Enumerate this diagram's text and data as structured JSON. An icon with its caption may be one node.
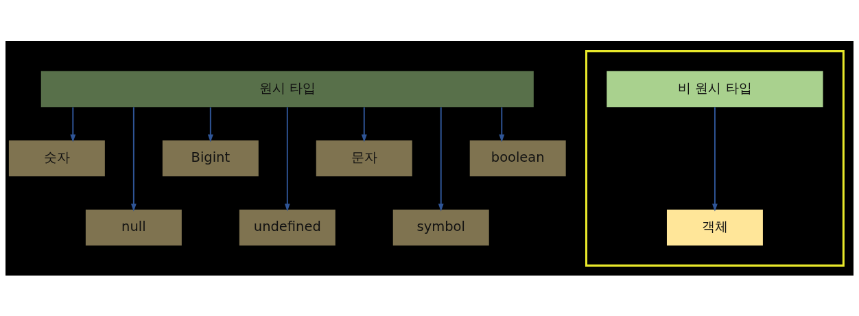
{
  "diagram": {
    "nodes": [
      {
        "text": [
          "원시 타입"
        ]
      },
      {
        "text": [
          "숫자"
        ]
      },
      {
        "text": [
          "Bigint"
        ]
      },
      {
        "text": [
          "문자"
        ]
      },
      {
        "text": [
          "boolean"
        ]
      },
      {
        "text": [
          "null"
        ]
      },
      {
        "text": [
          "undefined"
        ]
      },
      {
        "text": [
          "symbol"
        ]
      },
      {
        "text": [],
        "shape": "box"
      },
      {
        "text": [
          "비 원시 타입"
        ],
        "in": 8
      },
      {
        "text": [
          "객체"
        ],
        "in": 8
      }
    ],
    "edges": [
      {
        "from": 0,
        "to": 1,
        "arrow": "to"
      },
      {
        "from": 0,
        "to": 5,
        "arrow": "to"
      },
      {
        "from": 0,
        "to": 2,
        "arrow": "to"
      },
      {
        "from": 0,
        "to": 6,
        "arrow": "to"
      },
      {
        "from": 0,
        "to": 3,
        "arrow": "to"
      },
      {
        "from": 0,
        "to": 7,
        "arrow": "to"
      },
      {
        "from": 0,
        "to": 4,
        "arrow": "to"
      },
      {
        "from": 9,
        "to": 10,
        "arrow": "to"
      }
    ]
  }
}
